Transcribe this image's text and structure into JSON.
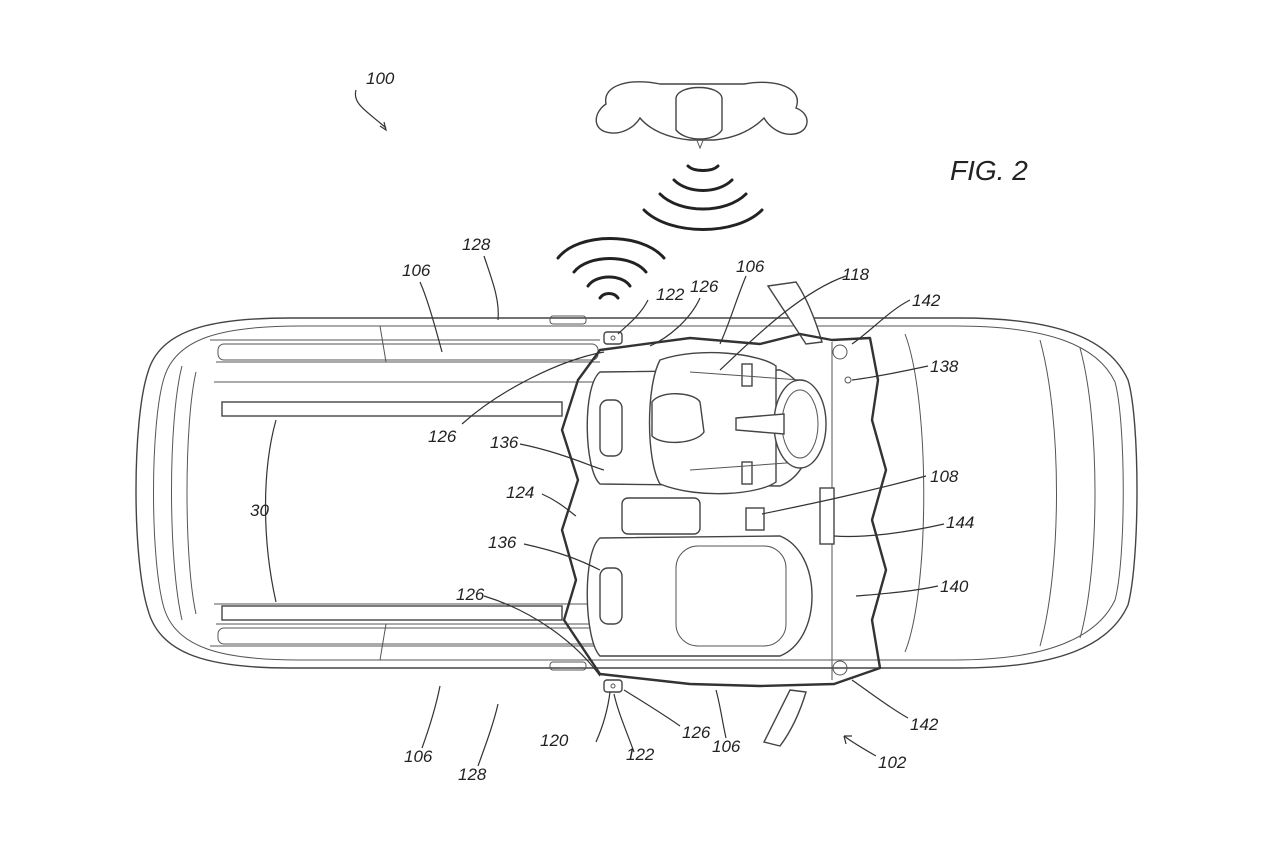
{
  "figure": {
    "title": "FIG. 2",
    "ref_100": "100",
    "ref_102": "102",
    "ref_106": "106",
    "ref_108": "108",
    "ref_118": "118",
    "ref_120": "120",
    "ref_122": "122",
    "ref_124": "124",
    "ref_126": "126",
    "ref_128": "128",
    "ref_136": "136",
    "ref_138": "138",
    "ref_140": "140",
    "ref_142": "142",
    "ref_144": "144",
    "ref_30": "30"
  }
}
